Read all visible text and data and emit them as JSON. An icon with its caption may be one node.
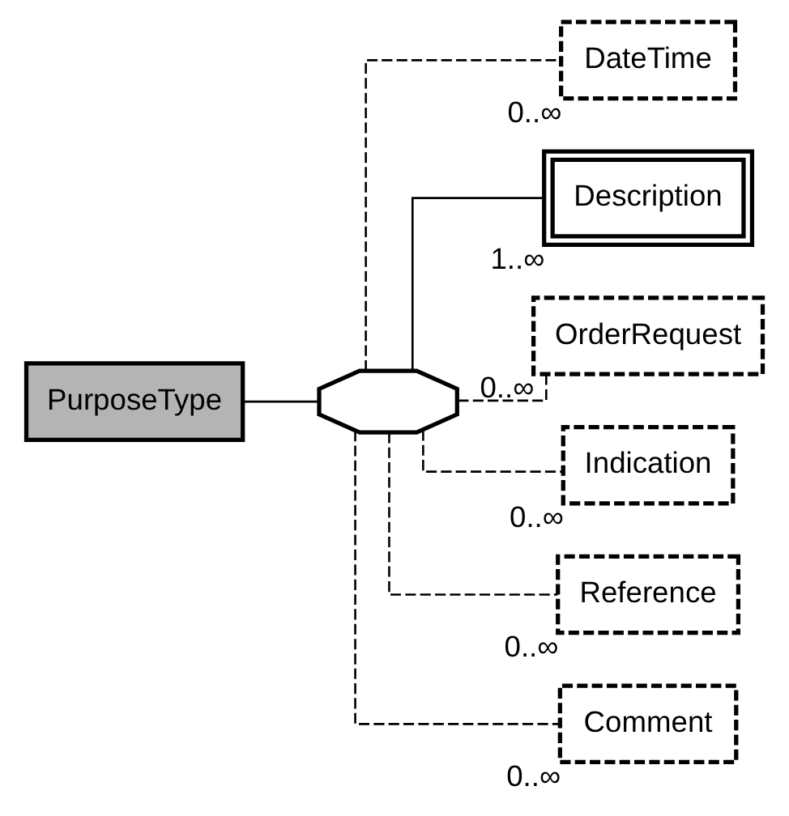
{
  "diagram": {
    "nodes": [
      {
        "text": [
          "PurposeType"
        ]
      },
      {
        "text": [],
        "shape": "octagon"
      },
      {
        "text": [
          "DateTime"
        ],
        "beside": [
          "0..∞"
        ]
      },
      {
        "text": [
          "Description"
        ],
        "beside": [
          "1..∞"
        ]
      },
      {
        "text": [
          "OrderRequest"
        ],
        "beside": [
          "0..∞"
        ]
      },
      {
        "text": [
          "Indication"
        ],
        "beside": [
          "0..∞"
        ]
      },
      {
        "text": [
          "Reference"
        ],
        "beside": [
          "0..∞"
        ]
      },
      {
        "text": [
          "Comment"
        ],
        "beside": [
          "0..∞"
        ]
      }
    ],
    "edges": [
      {
        "from": 0,
        "to": 1,
        "arrow": "none"
      },
      {
        "from": 1,
        "to": 2,
        "arrow": "none",
        "style": "dashed"
      },
      {
        "from": 1,
        "to": 3,
        "arrow": "none"
      },
      {
        "from": 1,
        "to": 4,
        "arrow": "none",
        "style": "dashed"
      },
      {
        "from": 1,
        "to": 5,
        "arrow": "none",
        "style": "dashed"
      },
      {
        "from": 1,
        "to": 6,
        "arrow": "none",
        "style": "dashed"
      },
      {
        "from": 1,
        "to": 7,
        "arrow": "none",
        "style": "dashed"
      }
    ]
  }
}
